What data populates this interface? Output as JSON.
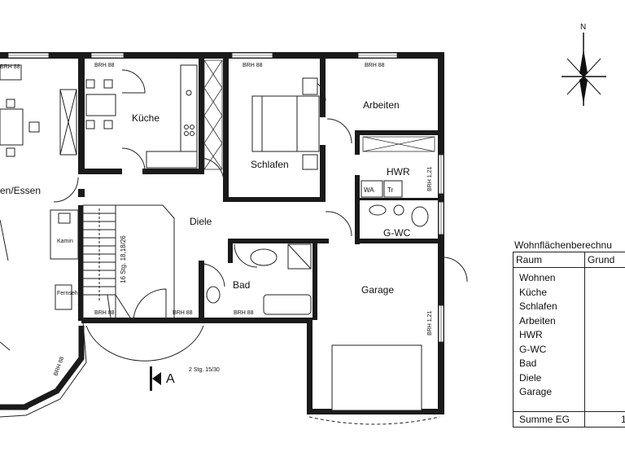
{
  "rooms": {
    "wohnen_essen": "en/Essen",
    "kueche": "Küche",
    "schlafen": "Schlafen",
    "arbeiten": "Arbeiten",
    "hwr": "HWR",
    "diele": "Diele",
    "bad": "Bad",
    "g_wc": "G-WC",
    "garage": "Garage"
  },
  "labels": {
    "brh_1": "BRH 88",
    "brh_2": "BRH 88",
    "brh_3": "BRH 88",
    "brh_4": "BRH 88",
    "brh_5": "BRH 88",
    "brh_6": "BRH 88",
    "brh_7": "BRH 88",
    "brh_8": "BRH 88",
    "brh_hwr": "BRH 1,21",
    "brh_garage": "BRH 1,21",
    "stairs": "16 Stg. 18,18/26",
    "steps": "2 Stg. 15/30",
    "kamin": "Kamin",
    "fernseh": "Fernseh",
    "wa": "WA",
    "tr": "Tr",
    "section": "A",
    "north": "N"
  },
  "table": {
    "title": "Wohnflächenberechnu",
    "col_raum": "Raum",
    "col_grund": "Grund",
    "rows": [
      "Wohnen",
      "Küche",
      "Schlafen",
      "Arbeiten",
      "HWR",
      "G-WC",
      "Bad",
      "Diele",
      "Garage"
    ],
    "sum_label": "Summe EG",
    "sum_value": "1"
  }
}
